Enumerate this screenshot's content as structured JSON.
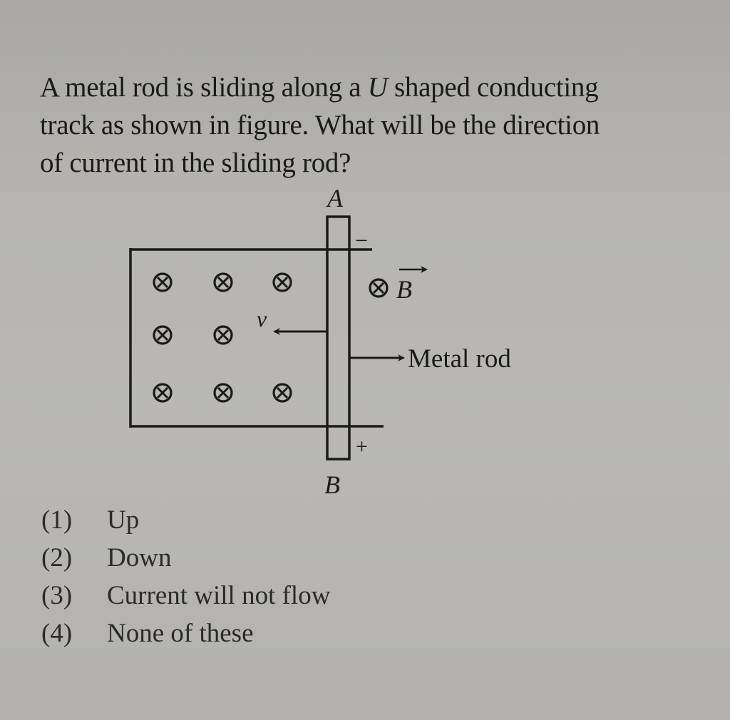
{
  "question": {
    "line1_before": "A metal rod is sliding along a ",
    "line1_italic": "U",
    "line1_after": " shaped conducting",
    "line2": "track as shown in figure. What will be the direction",
    "line3": "of current in the sliding rod?"
  },
  "figure": {
    "label_top": "A",
    "label_bottom": "B",
    "sign_top": "−",
    "sign_bottom": "+",
    "velocity_label": "v",
    "field_symbol": "⊗",
    "field_label": "B",
    "rod_label": "Metal rod",
    "field_markers": [
      {
        "row": 1,
        "col": 1,
        "symbol": "⊗"
      },
      {
        "row": 1,
        "col": 2,
        "symbol": "⊗"
      },
      {
        "row": 1,
        "col": 3,
        "symbol": "⊗"
      },
      {
        "row": 2,
        "col": 1,
        "symbol": "⊗"
      },
      {
        "row": 2,
        "col": 2,
        "symbol": "⊗"
      },
      {
        "row": 3,
        "col": 1,
        "symbol": "⊗"
      },
      {
        "row": 3,
        "col": 2,
        "symbol": "⊗"
      },
      {
        "row": 3,
        "col": 3,
        "symbol": "⊗"
      }
    ]
  },
  "options": [
    {
      "number": "(1)",
      "text": "Up"
    },
    {
      "number": "(2)",
      "text": "Down"
    },
    {
      "number": "(3)",
      "text": "Current will not flow"
    },
    {
      "number": "(4)",
      "text": "None of these"
    }
  ]
}
